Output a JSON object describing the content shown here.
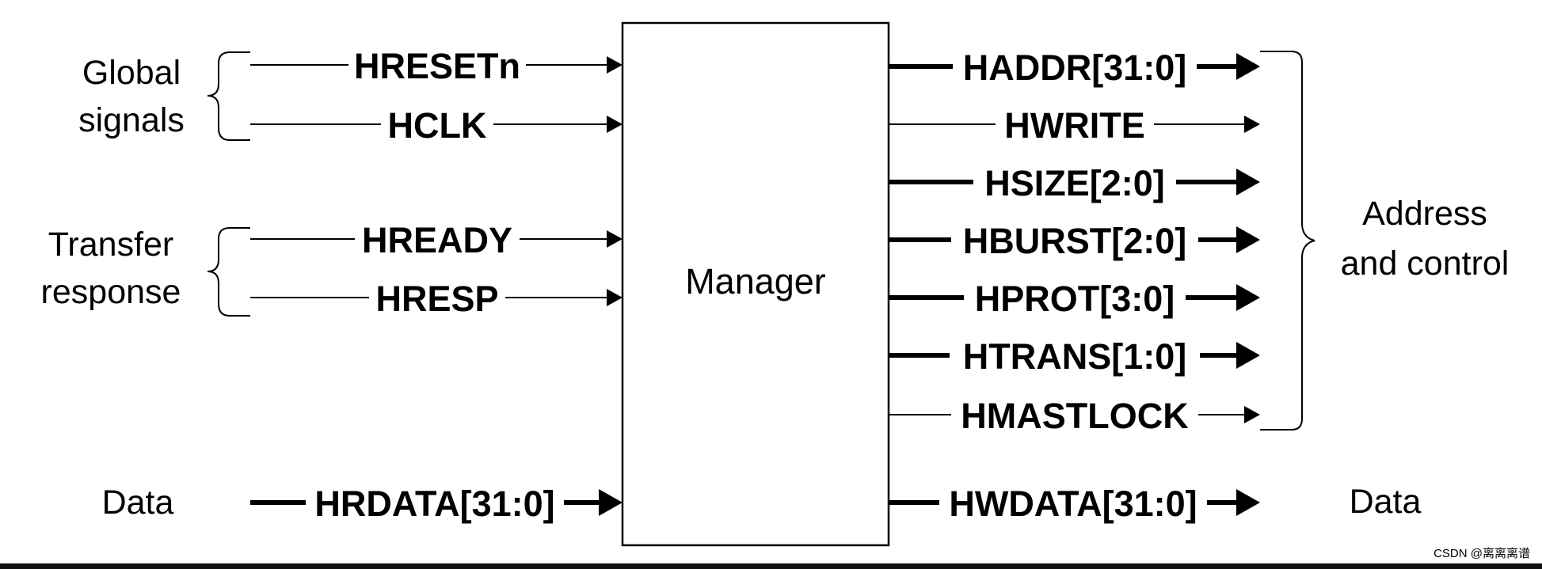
{
  "block": {
    "label": "Manager"
  },
  "groups": {
    "global": [
      "Global",
      "signals"
    ],
    "transfer": [
      "Transfer",
      "response"
    ],
    "data_in": "Data",
    "addr_ctrl": [
      "Address",
      "and control"
    ],
    "data_out": "Data"
  },
  "inputs": [
    {
      "id": "hresetn",
      "label": "HRESETn",
      "bus": false
    },
    {
      "id": "hclk",
      "label": "HCLK",
      "bus": false
    },
    {
      "id": "hready",
      "label": "HREADY",
      "bus": false
    },
    {
      "id": "hresp",
      "label": "HRESP",
      "bus": false
    },
    {
      "id": "hrdata",
      "label": "HRDATA[31:0]",
      "bus": true
    }
  ],
  "outputs": [
    {
      "id": "haddr",
      "label": "HADDR[31:0]",
      "bus": true
    },
    {
      "id": "hwrite",
      "label": "HWRITE",
      "bus": false
    },
    {
      "id": "hsize",
      "label": "HSIZE[2:0]",
      "bus": true
    },
    {
      "id": "hburst",
      "label": "HBURST[2:0]",
      "bus": true
    },
    {
      "id": "hprot",
      "label": "HPROT[3:0]",
      "bus": true
    },
    {
      "id": "htrans",
      "label": "HTRANS[1:0]",
      "bus": true
    },
    {
      "id": "hmastlock",
      "label": "HMASTLOCK",
      "bus": false
    },
    {
      "id": "hwdata",
      "label": "HWDATA[31:0]",
      "bus": true
    }
  ],
  "watermark": "CSDN @离离离谱"
}
